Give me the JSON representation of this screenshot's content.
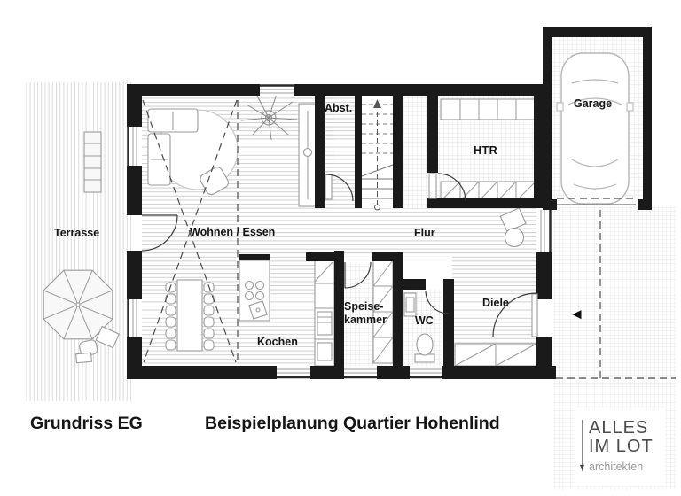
{
  "plan": {
    "footer": {
      "plan_label": "Grundriss EG",
      "project_label": "Beispielplanung Quartier Hohenlind"
    },
    "rooms": {
      "terrasse": "Terrasse",
      "wohnen_essen": "Wohnen / Essen",
      "abst": "Abst.",
      "flur": "Flur",
      "htr": "HTR",
      "garage": "Garage",
      "kochen": "Kochen",
      "speisekammer_line1": "Speise-",
      "speisekammer_line2": "kammer",
      "wc": "WC",
      "diele": "Diele"
    },
    "logo": {
      "line1": "ALLES",
      "line2": "IM LOT",
      "subtitle": "architekten"
    },
    "icons": {
      "entrance_arrow": "◄",
      "plumb_bob": "▼"
    },
    "colors": {
      "wall": "#1a1a1a",
      "furn": "#9a9a9a",
      "dash": "#4a4a4a",
      "text": "#151515",
      "logotext": "#4a4a4a",
      "logosub": "#9a9a9a",
      "floorline": "#cfcfcf",
      "terrline": "#dcdcdc",
      "gridline": "#dcdcdc",
      "gridline2": "#e4e4e4"
    }
  }
}
